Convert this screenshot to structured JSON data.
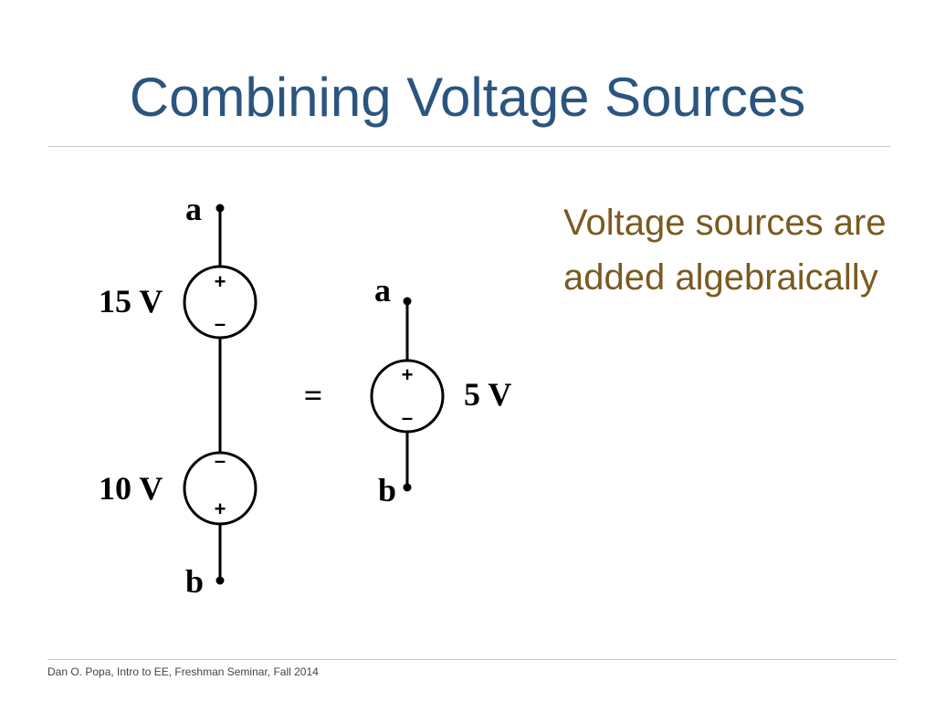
{
  "slide": {
    "title": "Combining Voltage Sources",
    "bullet_lines": [
      "Voltage sources are",
      "added algebraically"
    ],
    "footer": "Dan O. Popa, Intro to EE, Freshman Seminar, Fall 2014"
  },
  "circuit_left": {
    "terminal_top": "a",
    "terminal_bottom": "b",
    "source_top": {
      "value": "15 V",
      "upper_sign": "+",
      "lower_sign": "–"
    },
    "source_bottom": {
      "value": "10 V",
      "upper_sign": "–",
      "lower_sign": "+"
    }
  },
  "equals": "=",
  "circuit_right": {
    "terminal_top": "a",
    "terminal_bottom": "b",
    "source": {
      "value": "5 V",
      "upper_sign": "+",
      "lower_sign": "–"
    }
  },
  "colors": {
    "title": "#2b5580",
    "bullet": "#7a5a1f",
    "rule": "#c8c8c8"
  }
}
